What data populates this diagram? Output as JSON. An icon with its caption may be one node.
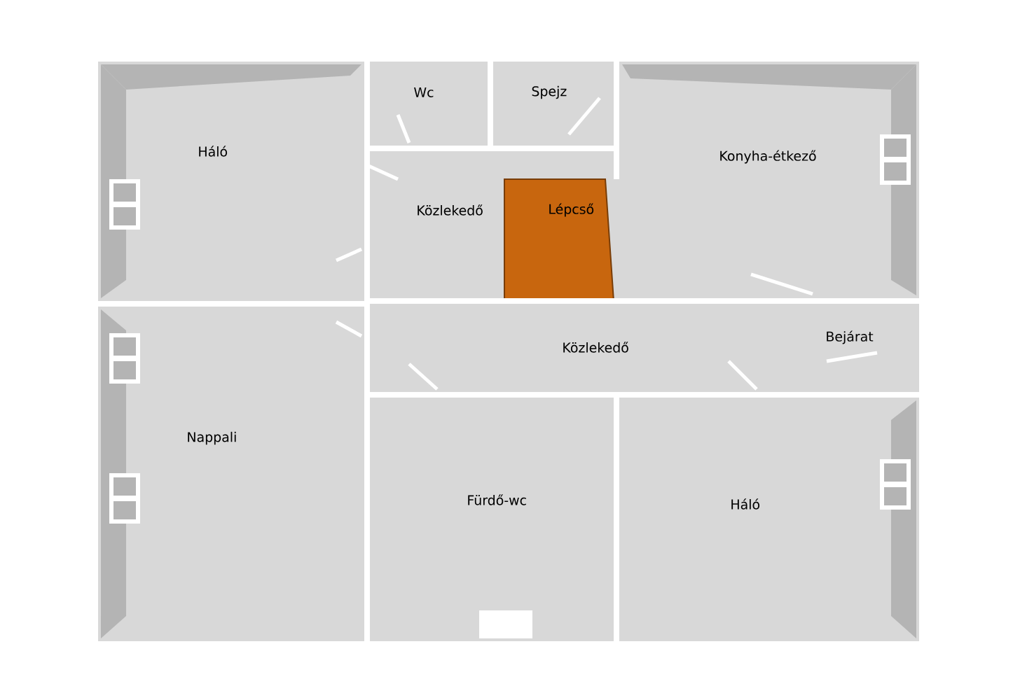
{
  "diagram": {
    "nodes": [
      {
        "text": [
          "Háló"
        ]
      },
      {
        "text": [
          "Wc"
        ]
      },
      {
        "text": [
          "Spejz"
        ]
      },
      {
        "text": [
          "Konyha-étkező"
        ]
      },
      {
        "text": [
          "Közlekedő"
        ]
      },
      {
        "text": [
          "Lépcső"
        ],
        "in": 4
      },
      {
        "text": [
          "Közlekedő"
        ]
      },
      {
        "text": [
          "Bejárat"
        ],
        "in": 6
      },
      {
        "text": [
          "Nappali"
        ]
      },
      {
        "text": [
          "Fürdő-wc"
        ]
      },
      {
        "text": [
          "Háló"
        ]
      }
    ]
  }
}
